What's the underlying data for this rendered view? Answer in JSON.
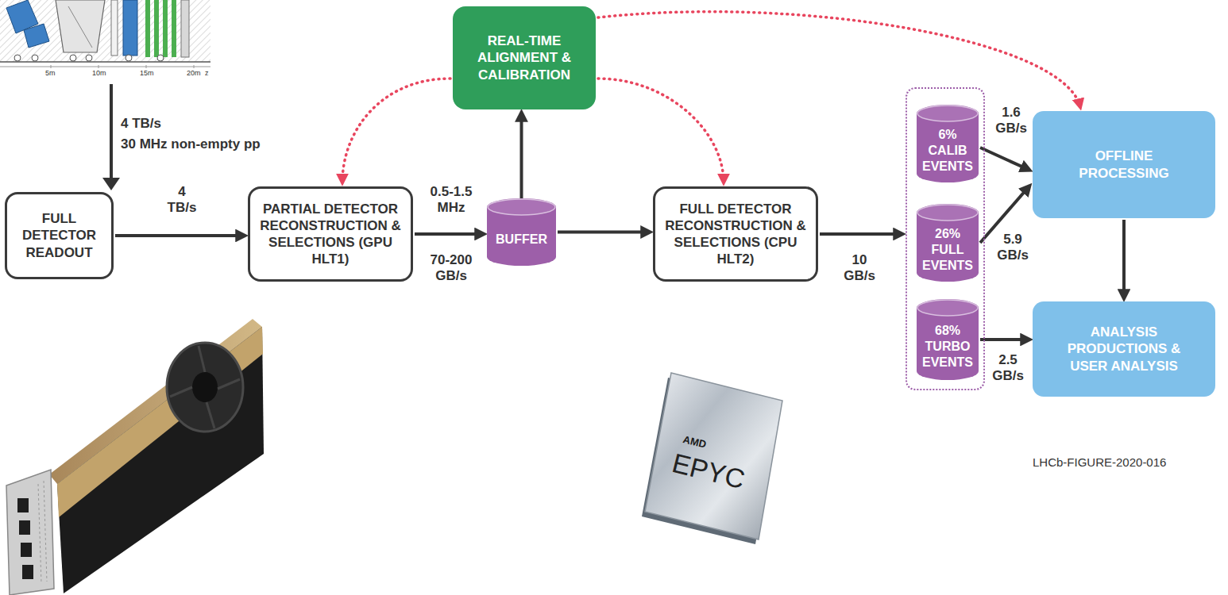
{
  "diagram": {
    "nodes": [
      {
        "text": [
          "FULL DETECTOR READOUT"
        ]
      },
      {
        "text": [
          "PARTIAL DETECTOR RECONSTRUCTION & SELECTIONS (GPU HLT1)"
        ]
      },
      {
        "text": [
          "REAL-TIME ALIGNMENT & CALIBRATION"
        ]
      },
      {
        "text": [
          "BUFFER"
        ]
      },
      {
        "text": [
          "FULL DETECTOR RECONSTRUCTION & SELECTIONS (CPU HLT2)"
        ]
      },
      {
        "text": []
      },
      {
        "text": [
          "6% CALIB EVENTS"
        ],
        "in": 5
      },
      {
        "text": [
          "26% FULL EVENTS"
        ],
        "in": 5
      },
      {
        "text": [
          "68% TURBO EVENTS"
        ],
        "in": 5
      },
      {
        "text": [
          "OFFLINE PROCESSING"
        ]
      },
      {
        "text": [
          "ANALYSIS PRODUCTIONS & USER ANALYSIS"
        ]
      }
    ],
    "edges": [
      {
        "from": 0,
        "to": 1,
        "arrow": "to",
        "label": "4 TB/s"
      },
      {
        "from": 1,
        "to": 3,
        "arrow": "to",
        "label": "0.5-1.5 MHz"
      },
      {
        "from": 3,
        "to": 2,
        "arrow": "to"
      },
      {
        "from": 3,
        "to": 4,
        "arrow": "to"
      },
      {
        "from": 2,
        "to": 1,
        "arrow": "to"
      },
      {
        "from": 2,
        "to": 4,
        "arrow": "to"
      },
      {
        "from": 2,
        "to": 9,
        "arrow": "to"
      },
      {
        "from": 4,
        "to": 5,
        "arrow": "to",
        "label": "10 GB/s"
      },
      {
        "from": 6,
        "to": 9,
        "arrow": "to",
        "label": "1.6 GB/s"
      },
      {
        "from": 7,
        "to": 9,
        "arrow": "to",
        "label": "5.9 GB/s"
      },
      {
        "from": 8,
        "to": 10,
        "arrow": "to",
        "label": "2.5 GB/s"
      },
      {
        "from": 9,
        "to": 10,
        "arrow": "to"
      }
    ],
    "labels": [
      "5m",
      "10m",
      "15m",
      "20m",
      "z",
      "4 TB/s",
      "30 MHz non-empty pp",
      "70-200 GB/s",
      "AMD",
      "EPYC",
      "LHCb-FIGURE-2020-016"
    ]
  }
}
